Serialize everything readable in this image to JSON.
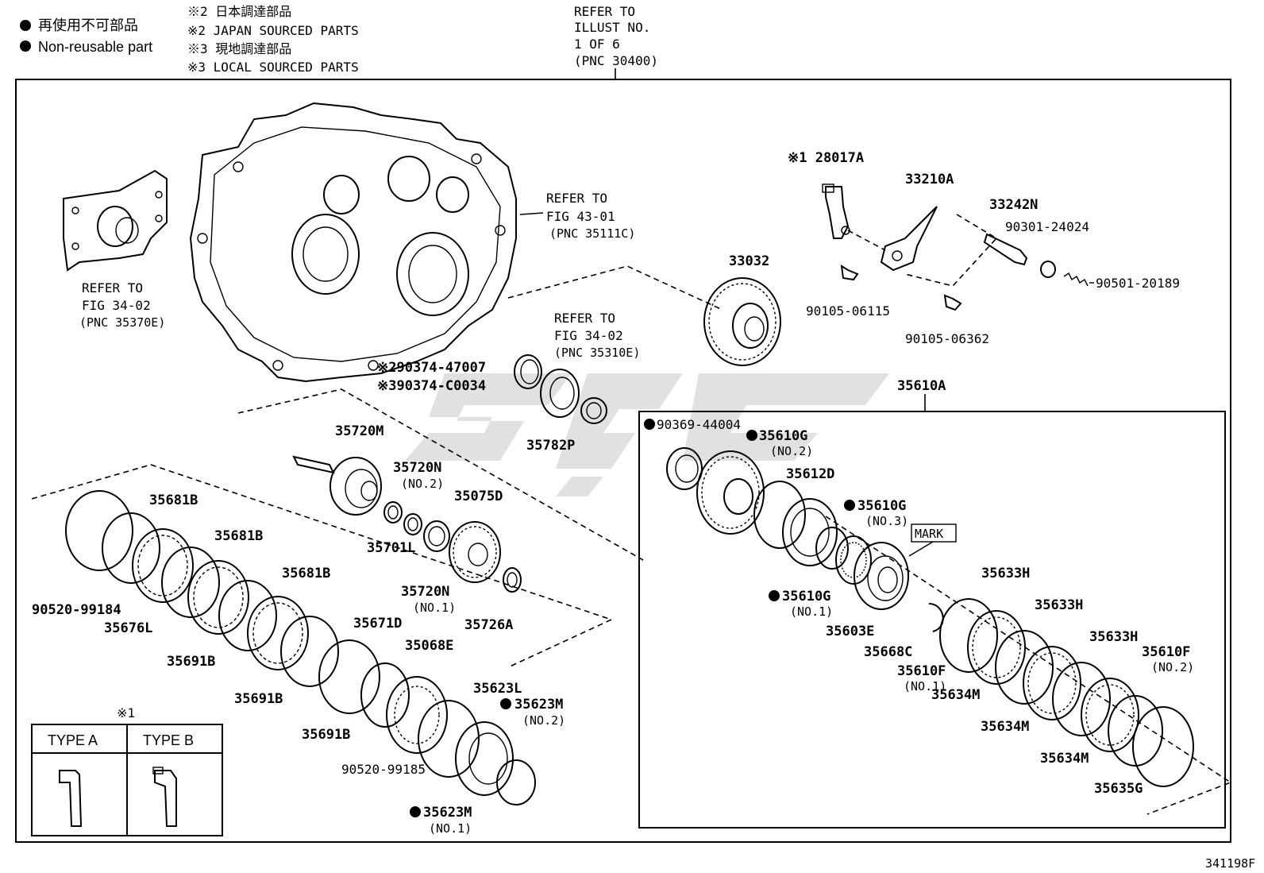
{
  "legend": {
    "non_reusable_jp": "再使用不可部品",
    "non_reusable_en": "Non-reusable part",
    "japan_jp": "※2 日本調達部品",
    "japan_en": "※2 JAPAN SOURCED PARTS",
    "local_jp": "※3 現地調達部品",
    "local_en": "※3 LOCAL SOURCED PARTS"
  },
  "refer_top": {
    "l1": "REFER TO",
    "l2": "ILLUST NO.",
    "l3": "1 OF 6",
    "l4": "(PNC 30400)"
  },
  "refer_case": {
    "l1": "REFER TO",
    "l2": "FIG 43-01",
    "l3": "(PNC 35111C)"
  },
  "refer_left": {
    "l1": "REFER TO",
    "l2": "FIG 34-02",
    "l3": "(PNC 35370E)"
  },
  "refer_mid": {
    "l1": "REFER TO",
    "l2": "FIG 34-02",
    "l3": "(PNC 35310E)"
  },
  "parts": {
    "p28017A": "※1 28017A",
    "p33210A": "33210A",
    "p33242N": "33242N",
    "p90301": "90301-24024",
    "p90501": "90501-20189",
    "p90105a": "90105-06115",
    "p90105b": "90105-06362",
    "p33032": "33032",
    "p90374a": "※290374-47007",
    "p90374b": "※390374-C0034",
    "p35782P": "35782P",
    "p35610A": "35610A",
    "p90369": "90369-44004",
    "p35610G2": "35610G",
    "p35610G2n": "(NO.2)",
    "p35612D": "35612D",
    "p35610G3": "35610G",
    "p35610G3n": "(NO.3)",
    "mark": "MARK",
    "p35610G1": "35610G",
    "p35610G1n": "(NO.1)",
    "p35603E": "35603E",
    "p35668C": "35668C",
    "p35610F1": "35610F",
    "p35610F1n": "(NO.1)",
    "p35633H_a": "35633H",
    "p35633H_b": "35633H",
    "p35633H_c": "35633H",
    "p35610F2": "35610F",
    "p35610F2n": "(NO.2)",
    "p35634M_a": "35634M",
    "p35634M_b": "35634M",
    "p35634M_c": "35634M",
    "p35635G": "35635G",
    "p35720M": "35720M",
    "p35720N2": "35720N",
    "p35720N2n": "(NO.2)",
    "p35075D": "35075D",
    "p35701L": "35701L",
    "p35720N1": "35720N",
    "p35720N1n": "(NO.1)",
    "p35726A": "35726A",
    "p35681B_a": "35681B",
    "p35681B_b": "35681B",
    "p35681B_c": "35681B",
    "p90520a": "90520-99184",
    "p35676L": "35676L",
    "p35691B_a": "35691B",
    "p35691B_b": "35691B",
    "p35691B_c": "35691B",
    "p35671D": "35671D",
    "p35068E": "35068E",
    "p35623L": "35623L",
    "p35623M2": "35623M",
    "p35623M2n": "(NO.2)",
    "p90520b": "90520-99185",
    "p35623M1": "35623M",
    "p35623M1n": "(NO.1)"
  },
  "type_box": {
    "marker": "※1",
    "type_a": "TYPE A",
    "type_b": "TYPE B"
  },
  "figure_id": "341198F"
}
